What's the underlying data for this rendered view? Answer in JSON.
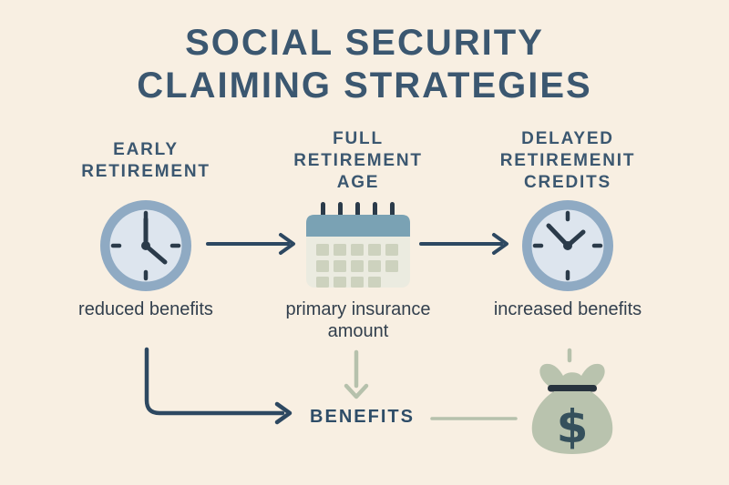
{
  "title": {
    "line1": "SOCIAL SECURITY",
    "line2": "CLAIMING STRATEGIES"
  },
  "columns": [
    {
      "header": "EARLY RETIREMENT",
      "icon": "clock",
      "caption": "reduced benefits"
    },
    {
      "header": "FULL RETIREMENT AGE",
      "icon": "calendar",
      "caption": "primary insurance amount"
    },
    {
      "header": "DELAYED RETIREMENIT CREDITS",
      "icon": "clock",
      "caption": "increased benefits"
    }
  ],
  "flow": {
    "benefits_label": "BENEFITS",
    "money_symbol": "$"
  },
  "colors": {
    "background": "#f8efe2",
    "heading_navy": "#3b5770",
    "arrow_navy": "#2d4861",
    "sage": "#b6c1ac",
    "clock_ring": "#8faac3",
    "clock_face": "#dde5ee",
    "clock_hands": "#2b3b4a",
    "calendar_header": "#7aa2b4",
    "calendar_body": "#ebebe0",
    "calendar_squares": "#cdd2be",
    "bag_green": "#b9c3ae",
    "bag_tie": "#27333e",
    "dollar_color": "#35505c"
  }
}
